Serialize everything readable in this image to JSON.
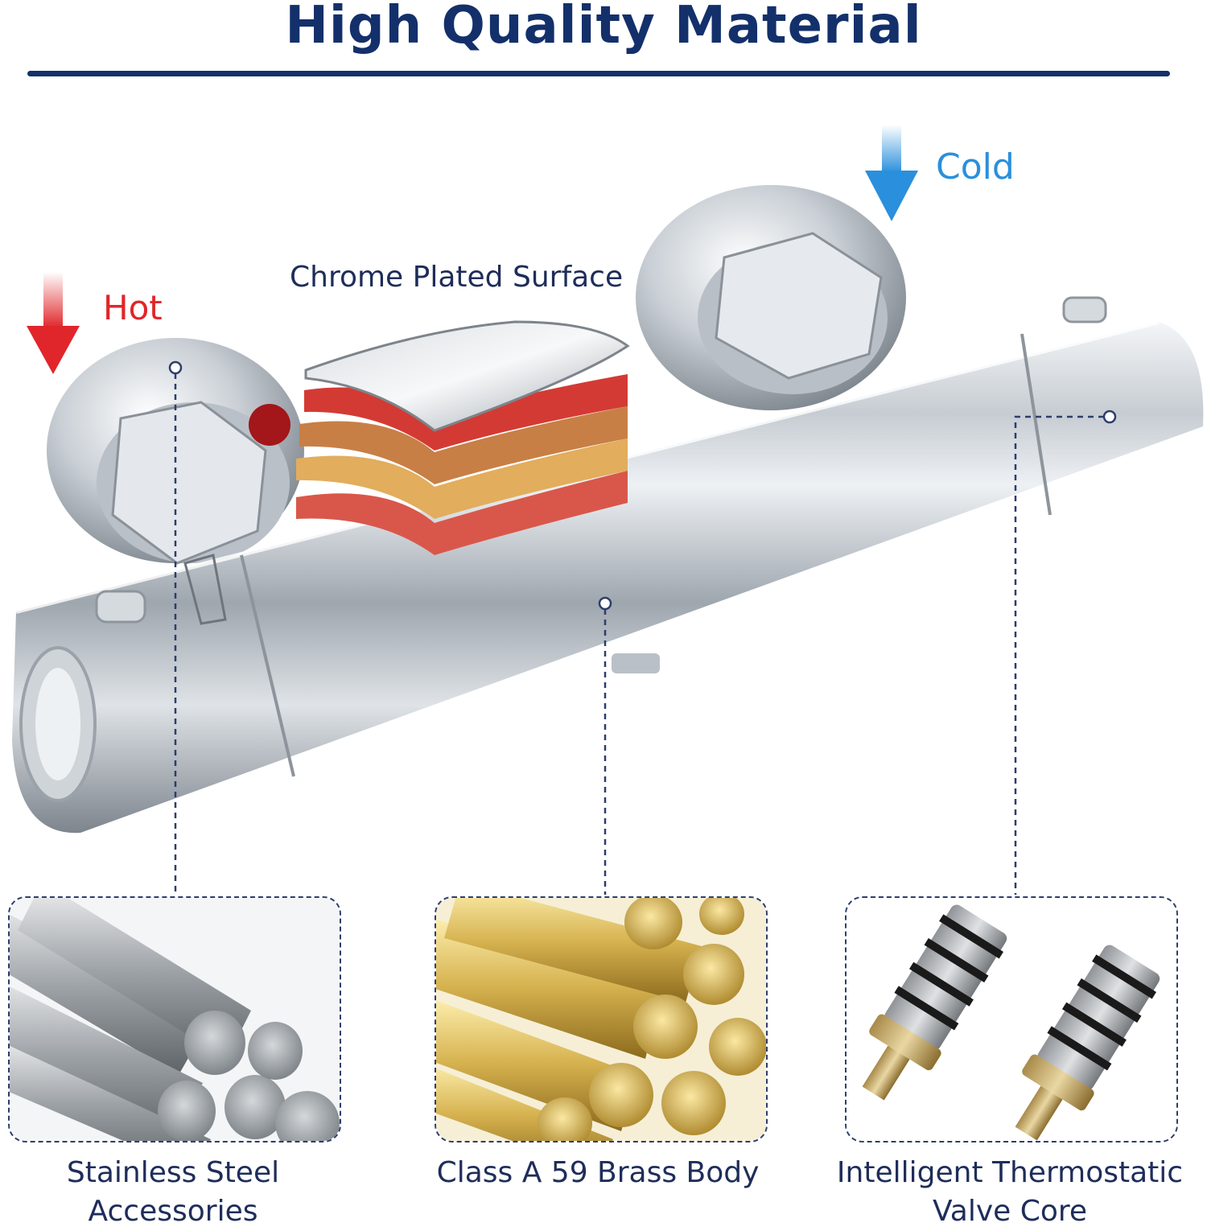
{
  "header": {
    "title": "High Quality Material"
  },
  "callouts": {
    "chrome": "Chrome Plated Surface",
    "hot": "Hot",
    "cold": "Cold"
  },
  "materials": [
    {
      "caption_line1": "Stainless Steel",
      "caption_line2": "Accessories"
    },
    {
      "caption_line1": "Class A 59 Brass Body",
      "caption_line2": ""
    },
    {
      "caption_line1": "Intelligent Thermostatic",
      "caption_line2": "Valve Core"
    }
  ],
  "colors": {
    "navy": "#13306b",
    "hot": "#e0262a",
    "cold": "#2a8fdc",
    "line": "#2d3e6c"
  }
}
